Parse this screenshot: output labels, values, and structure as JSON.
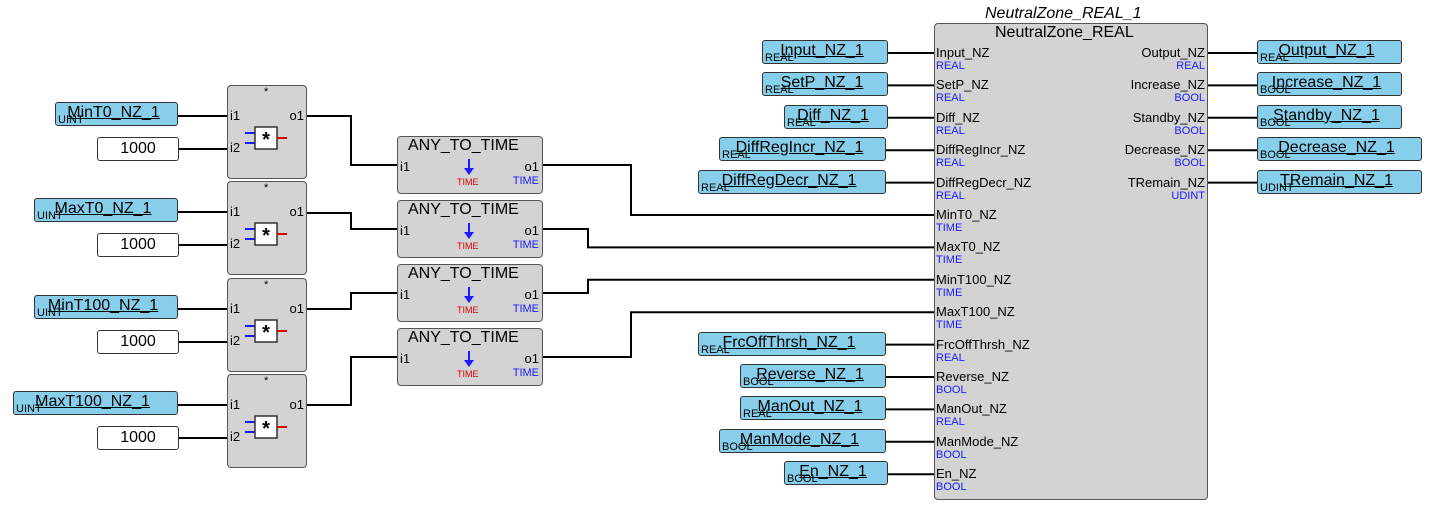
{
  "instance": {
    "name": "NeutralZone_REAL_1",
    "type": "NeutralZone_REAL",
    "inputs": [
      {
        "pin": "Input_NZ",
        "type": "REAL",
        "var": "Input_NZ_1",
        "vtype": "REAL"
      },
      {
        "pin": "SetP_NZ",
        "type": "REAL",
        "var": "SetP_NZ_1",
        "vtype": "REAL"
      },
      {
        "pin": "Diff_NZ",
        "type": "REAL",
        "var": "Diff_NZ_1",
        "vtype": "REAL"
      },
      {
        "pin": "DiffRegIncr_NZ",
        "type": "REAL",
        "var": "DiffRegIncr_NZ_1",
        "vtype": "REAL"
      },
      {
        "pin": "DiffRegDecr_NZ",
        "type": "REAL",
        "var": "DiffRegDecr_NZ_1",
        "vtype": "REAL"
      },
      {
        "pin": "MinT0_NZ",
        "type": "TIME"
      },
      {
        "pin": "MaxT0_NZ",
        "type": "TIME"
      },
      {
        "pin": "MinT100_NZ",
        "type": "TIME"
      },
      {
        "pin": "MaxT100_NZ",
        "type": "TIME"
      },
      {
        "pin": "FrcOffThrsh_NZ",
        "type": "REAL",
        "var": "FrcOffThrsh_NZ_1",
        "vtype": "REAL"
      },
      {
        "pin": "Reverse_NZ",
        "type": "BOOL",
        "var": "Reverse_NZ_1",
        "vtype": "BOOL"
      },
      {
        "pin": "ManOut_NZ",
        "type": "REAL",
        "var": "ManOut_NZ_1",
        "vtype": "REAL"
      },
      {
        "pin": "ManMode_NZ",
        "type": "BOOL",
        "var": "ManMode_NZ_1",
        "vtype": "BOOL"
      },
      {
        "pin": "En_NZ",
        "type": "BOOL",
        "var": "En_NZ_1",
        "vtype": "BOOL"
      }
    ],
    "outputs": [
      {
        "pin": "Output_NZ",
        "type": "REAL",
        "var": "Output_NZ_1",
        "vtype": "REAL"
      },
      {
        "pin": "Increase_NZ",
        "type": "BOOL",
        "var": "Increase_NZ_1",
        "vtype": "BOOL"
      },
      {
        "pin": "Standby_NZ",
        "type": "BOOL",
        "var": "Standby_NZ_1",
        "vtype": "BOOL"
      },
      {
        "pin": "Decrease_NZ",
        "type": "BOOL",
        "var": "Decrease_NZ_1",
        "vtype": "BOOL"
      },
      {
        "pin": "TRemain_NZ",
        "type": "UDINT",
        "var": "TRemain_NZ_1",
        "vtype": "UDINT"
      }
    ]
  },
  "multipliers": [
    {
      "title": "*",
      "in1": "i1",
      "in2": "i2",
      "out": "o1",
      "var": "MinT0_NZ_1",
      "vtype": "UINT",
      "const": "1000"
    },
    {
      "title": "*",
      "in1": "i1",
      "in2": "i2",
      "out": "o1",
      "var": "MaxT0_NZ_1",
      "vtype": "UINT",
      "const": "1000"
    },
    {
      "title": "*",
      "in1": "i1",
      "in2": "i2",
      "out": "o1",
      "var": "MinT100_NZ_1",
      "vtype": "UINT",
      "const": "1000"
    },
    {
      "title": "*",
      "in1": "i1",
      "in2": "i2",
      "out": "o1",
      "var": "MaxT100_NZ_1",
      "vtype": "UINT",
      "const": "1000"
    }
  ],
  "converters": [
    {
      "title": "ANY_TO_TIME",
      "in": "i1",
      "out": "o1",
      "out_type": "TIME",
      "icon_label": "TIME"
    },
    {
      "title": "ANY_TO_TIME",
      "in": "i1",
      "out": "o1",
      "out_type": "TIME",
      "icon_label": "TIME"
    },
    {
      "title": "ANY_TO_TIME",
      "in": "i1",
      "out": "o1",
      "out_type": "TIME",
      "icon_label": "TIME"
    },
    {
      "title": "ANY_TO_TIME",
      "in": "i1",
      "out": "o1",
      "out_type": "TIME",
      "icon_label": "TIME"
    }
  ],
  "colors": {
    "variable": "#87ceeb",
    "block": "#d3d3d3",
    "type_text": "#1a1aff",
    "wire": "#000000",
    "icon_blue": "#1a1aff",
    "icon_red": "#e00000"
  }
}
